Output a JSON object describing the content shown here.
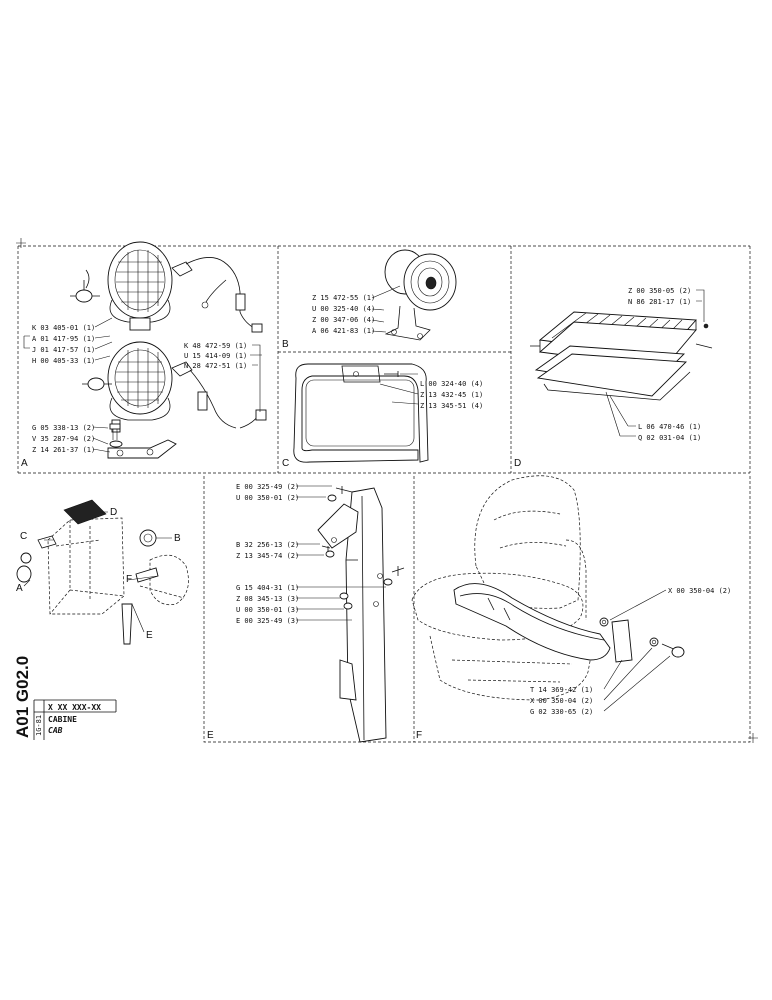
{
  "panels": {
    "A": {
      "letter": "A",
      "parts": [
        "K 03 405-01 (1)",
        "A 01 417-95 (1)",
        "J 01 417-57 (1)",
        "H 00 405-33 (1)",
        "G 05 338-13 (2)",
        "V 35 287-94 (2)",
        "Z 14 261-37 (1)",
        "K 48 472-59 (1)",
        "U 15 414-09 (1)",
        "N 28 472-51 (1)"
      ]
    },
    "B": {
      "letter": "B",
      "parts": [
        "Z 15 472-55 (1)",
        "U 00 325-40 (4)",
        "Z 00 347-06 (4)",
        "A 06 421-83 (1)"
      ]
    },
    "C": {
      "letter": "C",
      "parts": [
        "L 00 324-40 (4)",
        "Z 13 432-45 (1)",
        "Z 13 345-51 (4)"
      ]
    },
    "D": {
      "letter": "D",
      "parts": [
        "Z 00 350-05 (2)",
        "N 86 281-17 (1)",
        "L 06 470-46 (1)",
        "Q 02 031-04 (1)"
      ]
    },
    "E": {
      "letter": "E",
      "parts": [
        "E 00 325-49 (2)",
        "U 00 350-01 (2)",
        "B 32 256-13 (2)",
        "Z 13 345-74 (2)",
        "G 15 404-31 (1)",
        "Z 08 345-13 (3)",
        "U 00 350-01 (3)",
        "E 00 325-49 (3)"
      ]
    },
    "F": {
      "letter": "F",
      "parts": [
        "X 00 350-04 (2)",
        "T 14 369-42 (1)",
        "X 00 350-04 (2)",
        "G 02 330-65 (2)"
      ]
    }
  },
  "overview": {
    "labels": [
      "D",
      "C",
      "B",
      "A",
      "F",
      "E"
    ]
  },
  "title_block": {
    "drawing_code": "A01 G02.0",
    "reference": "X XX XXX-XX",
    "side_code": "1G-81",
    "title": "CABINE",
    "subtitle": "CAB"
  }
}
